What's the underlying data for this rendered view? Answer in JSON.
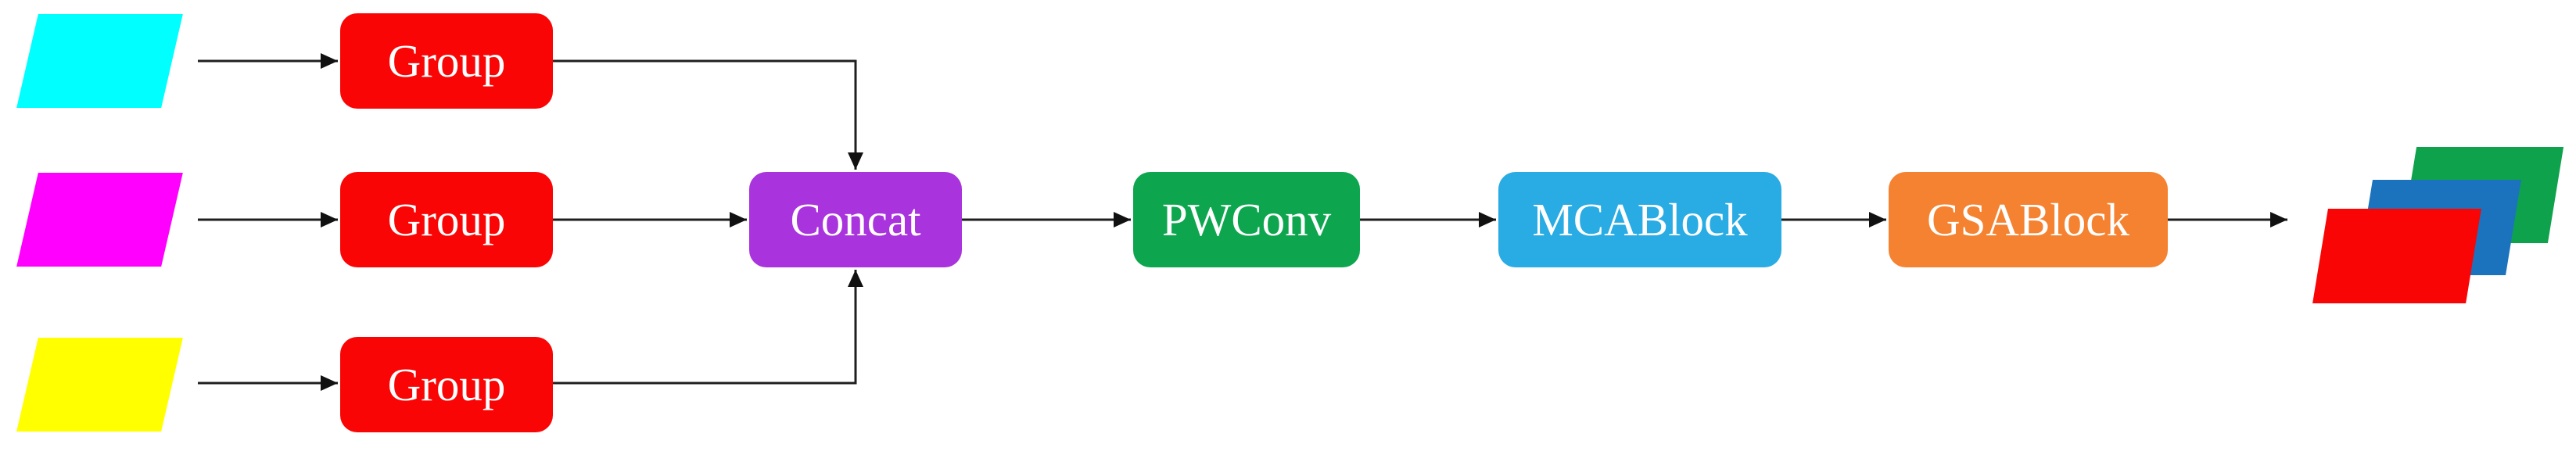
{
  "nodes": {
    "group1": {
      "label": "Group"
    },
    "group2": {
      "label": "Group"
    },
    "group3": {
      "label": "Group"
    },
    "concat": {
      "label": "Concat"
    },
    "pwconv": {
      "label": "PWConv"
    },
    "mcablock": {
      "label": "MCABlock"
    },
    "gsablock": {
      "label": "GSABlock"
    }
  },
  "colors": {
    "group_red": "#FA0506",
    "concat_purple": "#A933DC",
    "pwconv_green": "#0DA64F",
    "mcablock_blue": "#29ABE3",
    "gsablock_orange": "#F58230",
    "input_cyan": "#00FFFF",
    "input_magenta": "#FF00FF",
    "input_yellow": "#FFFF00",
    "output_green": "#0FA24C",
    "output_blue": "#1B73BE",
    "output_red": "#F90506",
    "wire": "#1f1f1f",
    "label_text": "#FFFFFF"
  }
}
